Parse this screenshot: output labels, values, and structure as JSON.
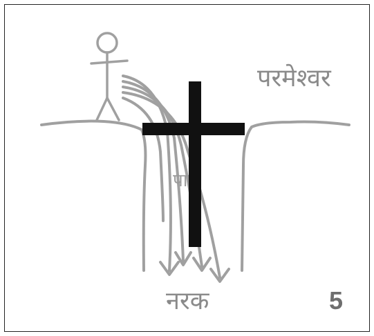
{
  "labels": {
    "god": "परमेश्वर",
    "hell": "नरक",
    "sin": "पाप",
    "page_number": "5"
  },
  "colors": {
    "background": "#ffffff",
    "border": "#222222",
    "sketch_line": "#a0a0a0",
    "cross": "#111111",
    "text": "#8a8a8a"
  },
  "icons": [
    "stick-figure-icon",
    "cross-icon",
    "down-arrow-icon"
  ]
}
